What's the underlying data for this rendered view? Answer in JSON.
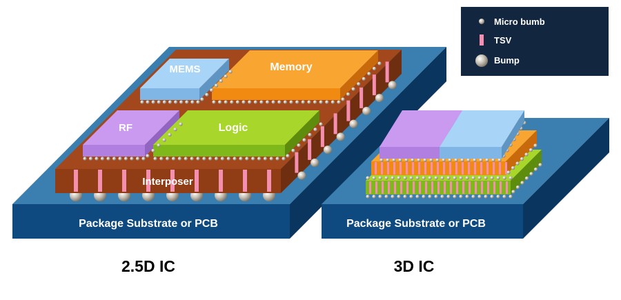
{
  "legend": {
    "items": [
      {
        "label": "Micro bumb",
        "icon": "micro-bump-icon"
      },
      {
        "label": "TSV",
        "icon": "tsv-icon"
      },
      {
        "label": "Bump",
        "icon": "bump-icon"
      }
    ]
  },
  "ic25": {
    "substrate_label": "Package Substrate or PCB",
    "interposer_label": "Interposer",
    "chips": {
      "mems": "MEMS",
      "memory": "Memory",
      "rf": "RF",
      "logic": "Logic"
    },
    "caption": "2.5D IC"
  },
  "ic3d": {
    "substrate_label": "Package Substrate or PCB",
    "caption": "3D IC"
  },
  "colors": {
    "substrate_top": "#3a7fb0",
    "substrate_front": "#0e4a80",
    "interposer": "#a2481c",
    "tsv": "#f58fb0",
    "mems": "#a8d4f7",
    "memory": "#f8a531",
    "rf": "#c99af0",
    "logic": "#a8d62a",
    "legend_bg": "#13263f"
  }
}
